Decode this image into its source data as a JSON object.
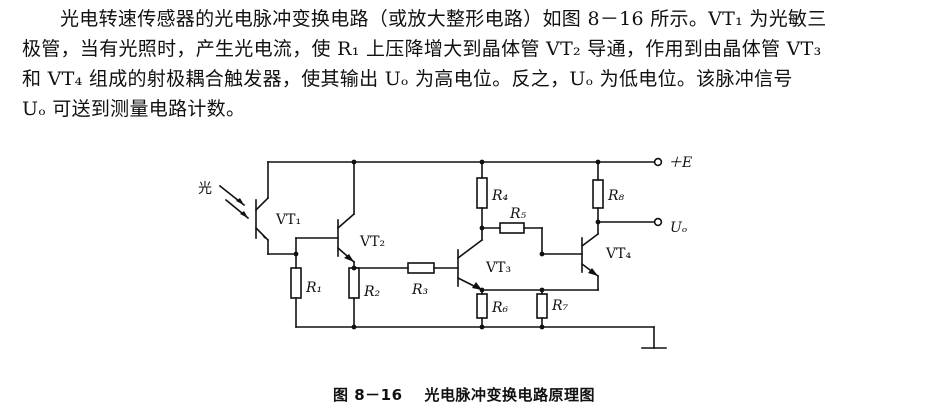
{
  "paragraph": {
    "line1": "光电转速传感器的光电脉冲变换电路（或放大整形电路）如图 8－16 所示。VT₁ 为光敏三",
    "line2": "极管，当有光照时，产生光电流，使 R₁ 上压降增大到晶体管 VT₂ 导通，作用到由晶体管 VT₃",
    "line3": "和 VT₄ 组成的射极耦合触发器，使其输出 Uₒ 为高电位。反之，Uₒ 为低电位。该脉冲信号",
    "line4": "Uₒ 可送到测量电路计数。"
  },
  "circuit": {
    "light_label": "光",
    "vt1": "VT₁",
    "vt2": "VT₂",
    "vt3": "VT₃",
    "vt4": "VT₄",
    "r1": "R₁",
    "r2": "R₂",
    "r3": "R₃",
    "r4": "R₄",
    "r5": "R₅",
    "r6": "R₆",
    "r7": "R₇",
    "r8": "R₈",
    "supply": "＋E",
    "output": "Uₒ"
  },
  "caption": {
    "number": "图 8－16",
    "title": "光电脉冲变换电路原理图"
  }
}
